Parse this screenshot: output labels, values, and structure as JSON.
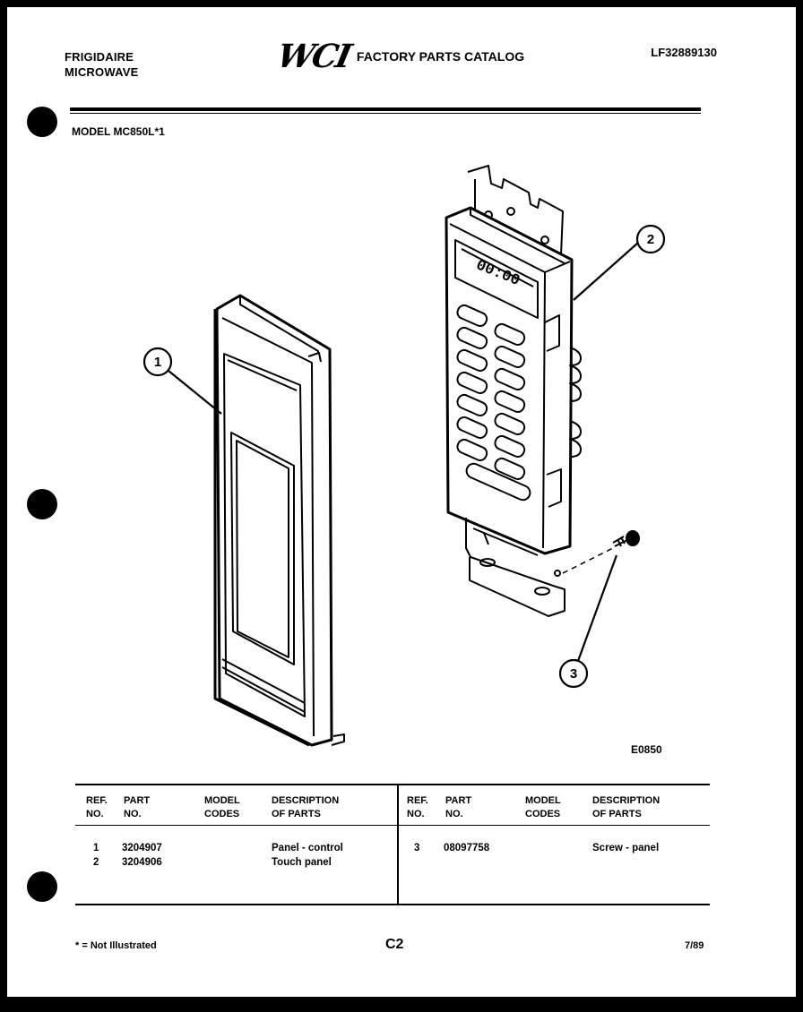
{
  "header": {
    "brand_line1": "FRIGIDAIRE",
    "brand_line2": "MICROWAVE",
    "logo": "WCI",
    "catalog_title": "FACTORY PARTS CATALOG",
    "catalog_number": "LF32889130"
  },
  "model_line": "MODEL MC850L*1",
  "diagram": {
    "display_text": "00:00",
    "callouts": [
      "1",
      "2",
      "3"
    ],
    "code": "E0850"
  },
  "table": {
    "headers": {
      "ref_1": "REF.",
      "ref_2": "NO.",
      "part_1": "PART",
      "part_2": "NO.",
      "model_1": "MODEL",
      "model_2": "CODES",
      "desc_1": "DESCRIPTION",
      "desc_2": "OF PARTS"
    },
    "left_rows": [
      {
        "ref": "1",
        "part": "3204907",
        "desc": "Panel - control"
      },
      {
        "ref": "2",
        "part": "3204906",
        "desc": "Touch panel"
      }
    ],
    "right_rows": [
      {
        "ref": "3",
        "part": "08097758",
        "desc": "Screw - panel"
      }
    ]
  },
  "footer": {
    "note": "* = Not Illustrated",
    "page": "C2",
    "date": "7/89"
  }
}
